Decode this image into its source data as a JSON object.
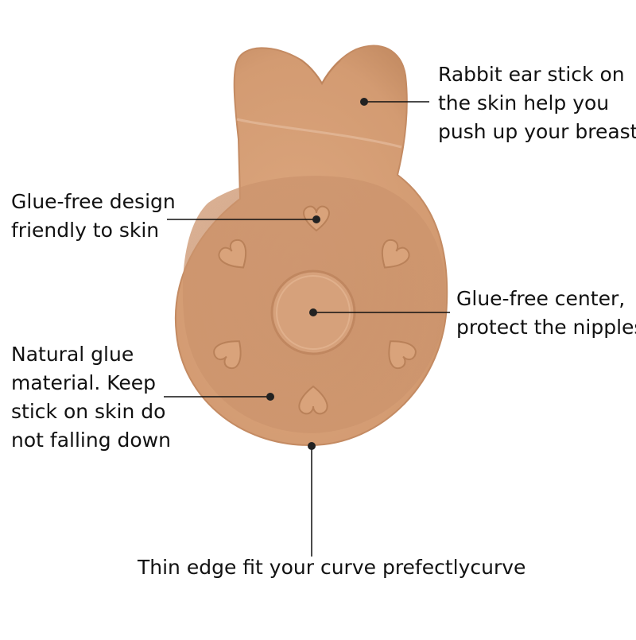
{
  "callouts": {
    "rabbit_ear": {
      "lines": [
        "Rabbit ear stick on",
        "the skin help you",
        "push up your breast"
      ]
    },
    "glue_free_design": {
      "lines": [
        "Glue-free design",
        "friendly to skin"
      ]
    },
    "glue_free_center": {
      "lines": [
        "Glue-free center,",
        "protect the nipples"
      ]
    },
    "natural_glue": {
      "lines": [
        "Natural glue",
        "material. Keep",
        "stick on skin do",
        "not falling down"
      ]
    },
    "thin_edge": {
      "lines": [
        "Thin edge fit your curve prefectlycurve"
      ]
    }
  },
  "colors": {
    "background": "#ffffff",
    "product_skin": "#d9a47c",
    "product_shadow": "#c58f66",
    "glue_layer": "#cf9670",
    "leader_line": "#111111",
    "dot": "#222222"
  }
}
